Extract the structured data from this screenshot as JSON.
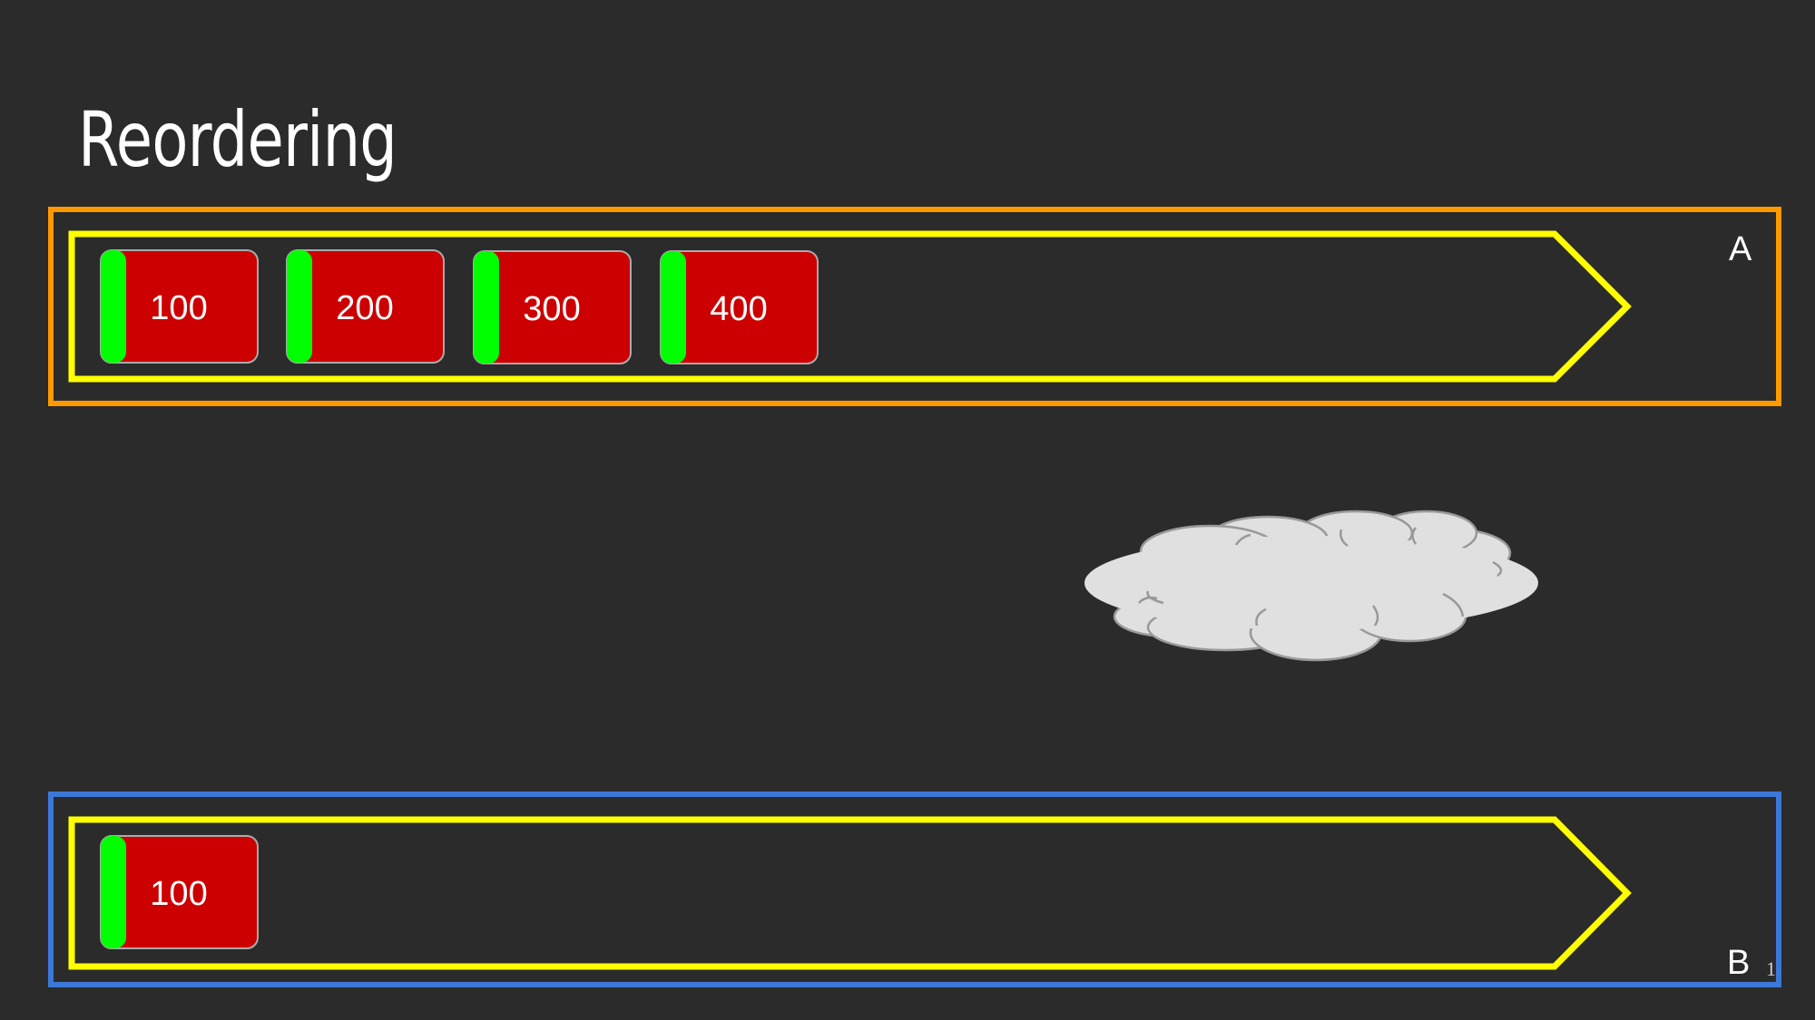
{
  "slide": {
    "title": "Reordering",
    "page_number": "1"
  },
  "hosts": {
    "a": {
      "label": "A",
      "packets": [
        "100",
        "200",
        "300",
        "400"
      ]
    },
    "b": {
      "label": "B",
      "packets": [
        "100"
      ]
    }
  },
  "colors": {
    "background": "#2b2b2b",
    "host_a_border": "#ff9900",
    "host_b_border": "#3c78d8",
    "queue_arrow": "#ffff00",
    "packet_body": "#cc0000",
    "packet_tab": "#00ff00",
    "cloud": "#e0e0e0"
  },
  "icons": [
    "queue-arrow-icon",
    "network-cloud-icon"
  ]
}
